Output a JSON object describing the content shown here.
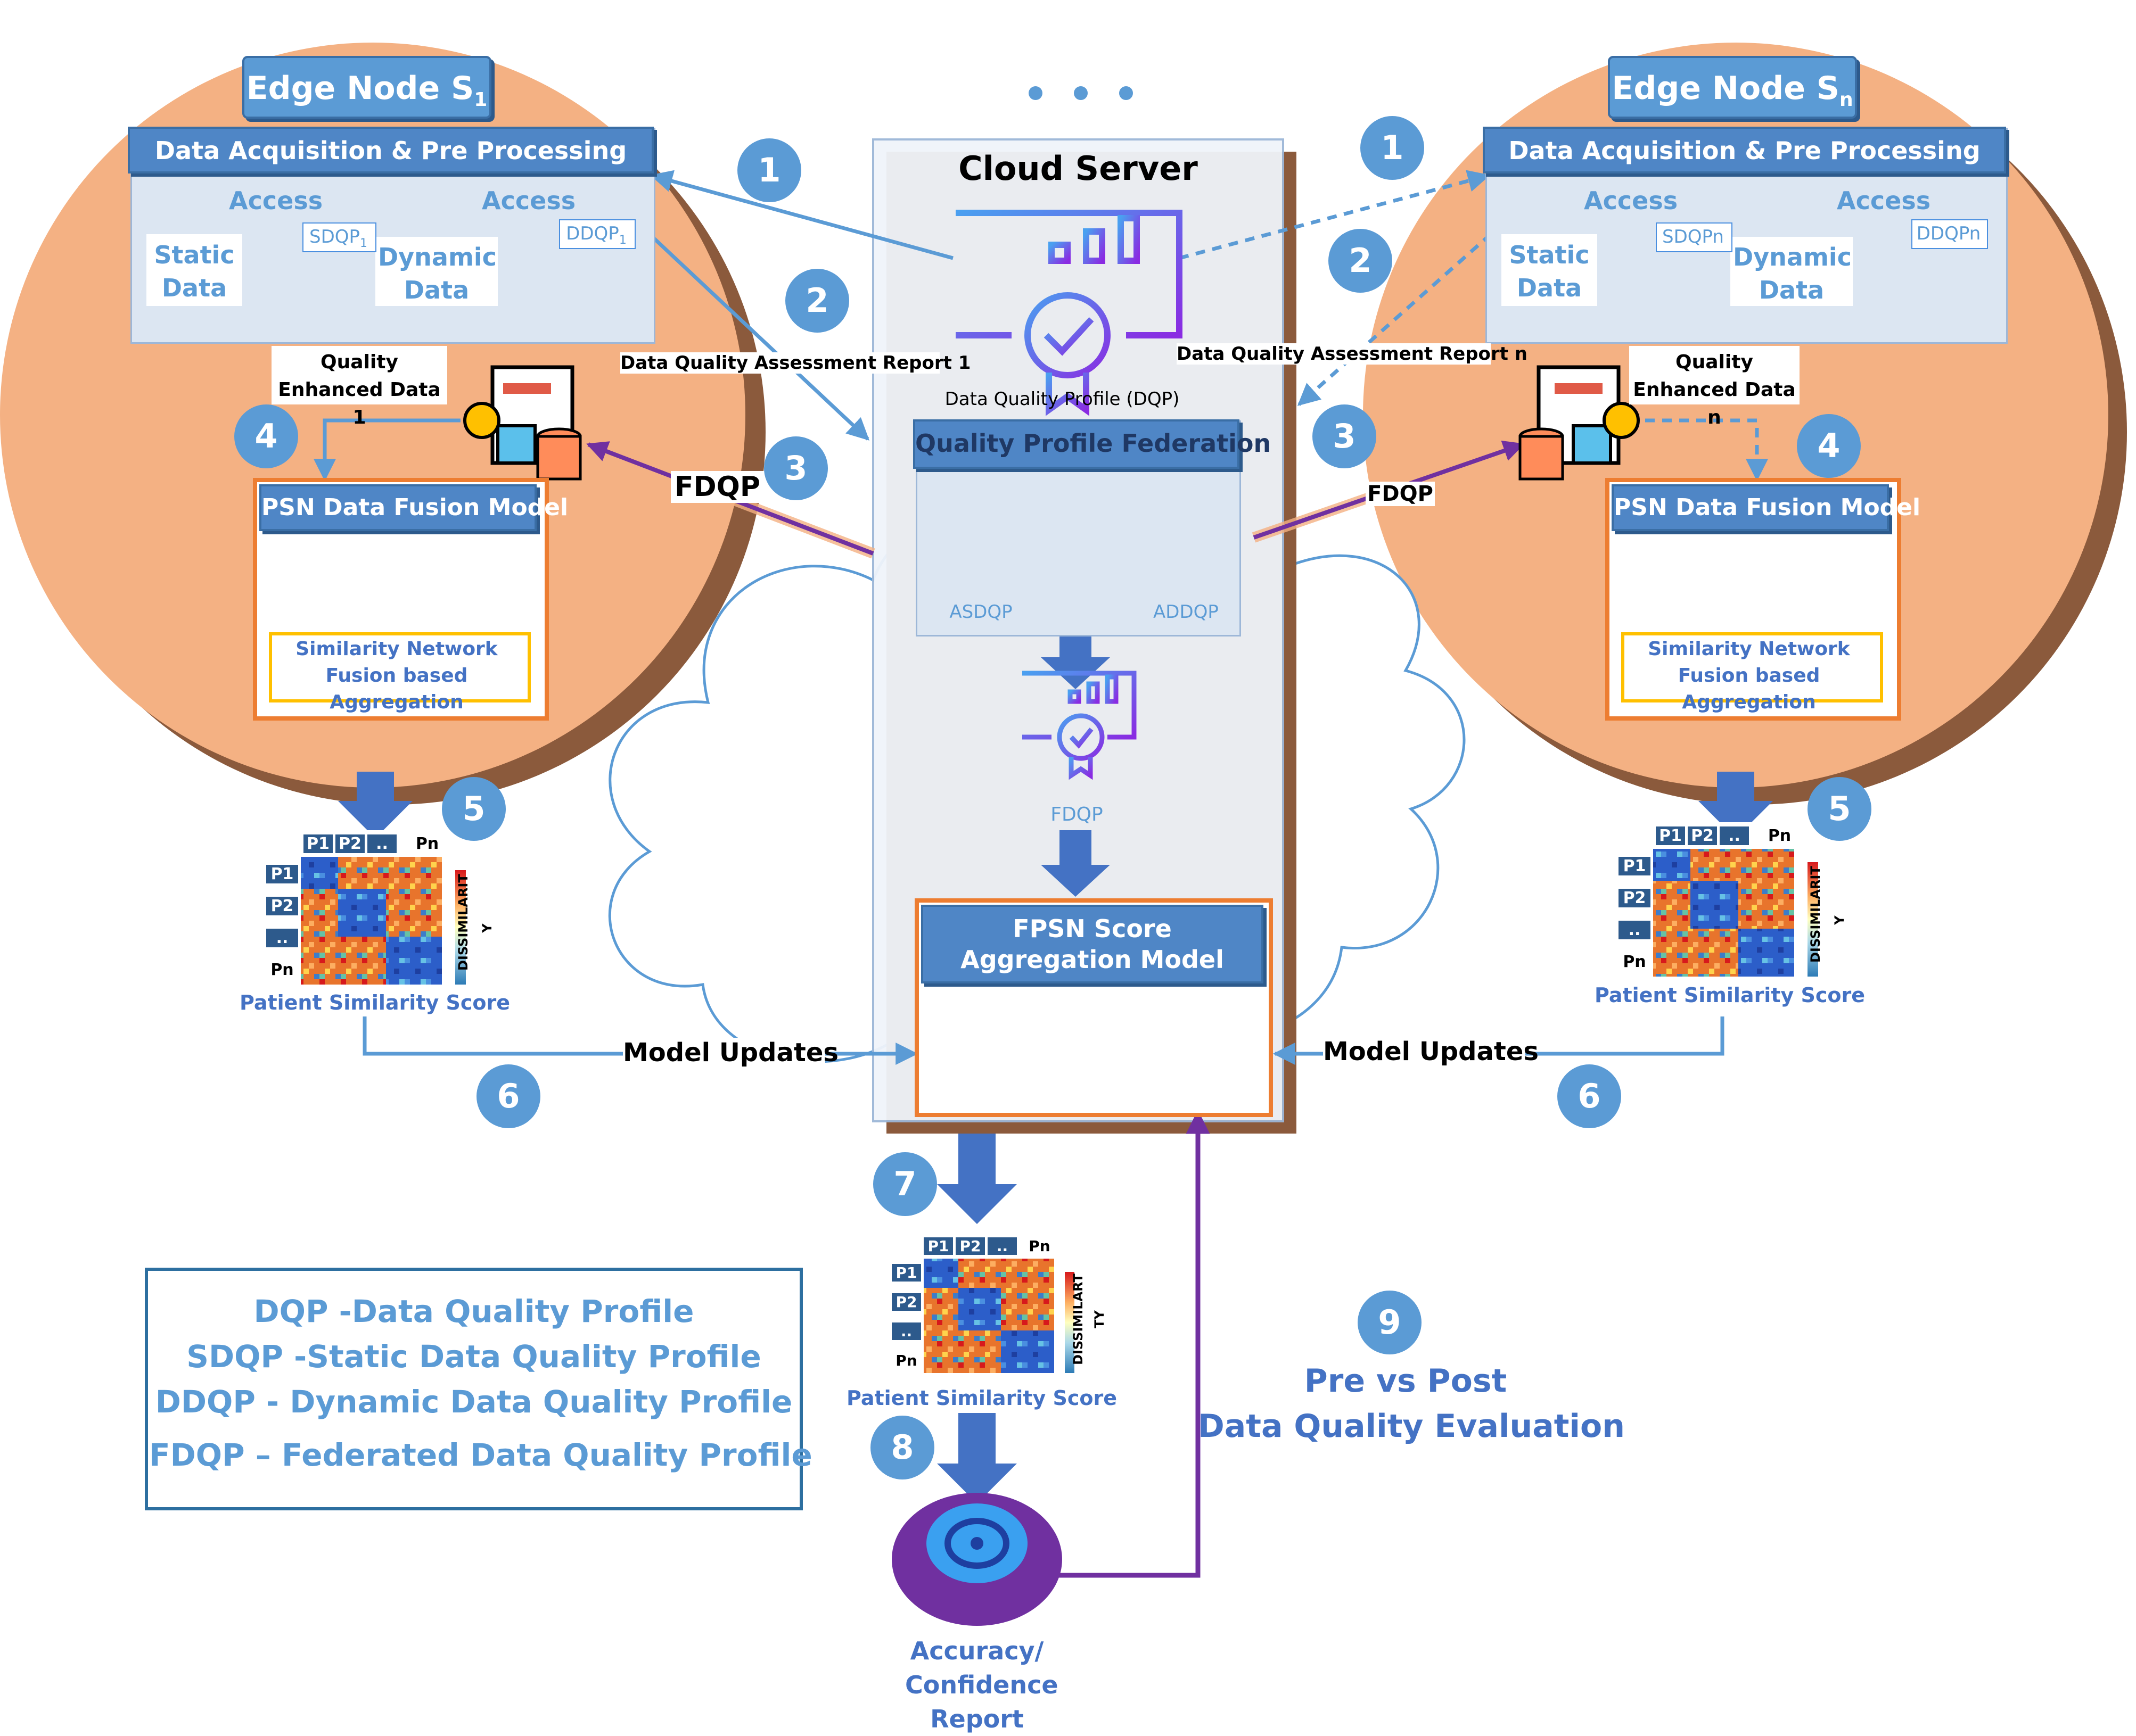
{
  "title_dots": "...",
  "edge_left": {
    "title_main": "Edge Node S",
    "title_sub": "1",
    "acq_bar": "Data Acquisition & Pre Processing",
    "access_1": "Access",
    "access_2": "Access",
    "static_data": "Static Data",
    "dynamic_data": "Dynamic Data",
    "sdqp_main": "SDQP",
    "sdqp_sub": "1",
    "ddqp_main": "DDQP",
    "ddqp_sub": "1",
    "quality_enhanced": "Quality Enhanced Data 1",
    "psn_bar": "PSN Data Fusion Model",
    "snf_text": "Similarity Network Fusion based Aggregation",
    "psn_score": "Patient Similarity Score",
    "model_updates": "Model Updates",
    "fdqp": "FDQP",
    "report": "Data Quality Assessment Report 1"
  },
  "edge_right": {
    "title_main": "Edge Node S",
    "title_sub": "n",
    "acq_bar": "Data Acquisition & Pre Processing",
    "access_1": "Access",
    "access_2": "Access",
    "static_data": "Static Data",
    "dynamic_data": "Dynamic Data",
    "sdqp_main": "SDQPn",
    "ddqp_main": "DDQPn",
    "quality_enhanced": "Quality Enhanced Data n",
    "psn_bar": "PSN Data Fusion Model",
    "snf_text": "Similarity Network Fusion based Aggregation",
    "psn_score": "Patient Similarity Score",
    "model_updates": "Model Updates",
    "fdqp": "FDQP",
    "report": "Data Quality Assessment Report n"
  },
  "cloud": {
    "title": "Cloud Server",
    "dqp_label": "Data Quality Profile (DQP)",
    "federation_bar": "Quality Profile Federation",
    "asdqp": "ASDQP",
    "addqp": "ADDQP",
    "fdqp_label": "FDQP",
    "fpsn_bar": "FPSN Score Aggregation Model"
  },
  "heatmap_labels": {
    "cols": [
      "P1",
      "P2",
      "..",
      "Pn"
    ],
    "rows": [
      "P1",
      "P2",
      "..",
      "Pn"
    ],
    "left_scale": [
      "DISSIMILARIT",
      "Y"
    ],
    "right_scale": [
      "DISSIMILARIT",
      "Y"
    ],
    "bottom_scale": [
      "DISSIMILART",
      "TY"
    ]
  },
  "bottom": {
    "psn_score": "Patient Similarity Score",
    "accuracy": "Accuracy/ Confidence Report",
    "eval_line1": "Pre vs Post",
    "eval_line2": "Data Quality Evaluation"
  },
  "legend": {
    "line1": "DQP -Data Quality Profile",
    "line2": "SDQP -Static Data Quality Profile",
    "line3": "DDQP - Dynamic Data Quality Profile",
    "line4": "FDQP – Federated Data Quality Profile"
  },
  "badges": {
    "b1": "1",
    "b2": "2",
    "b3": "3",
    "b4": "4",
    "b5": "5",
    "b6": "6",
    "b7": "7",
    "b8": "8",
    "b9": "9"
  },
  "colors": {
    "edge_fill": "#f4b183",
    "edge_shadow": "#8b5a3c",
    "bar_blue": "#4f86c6",
    "badge_blue": "#5b9bd5",
    "orange": "#ed7d31",
    "purple": "#7030a0",
    "text_blue": "#4472c4"
  }
}
